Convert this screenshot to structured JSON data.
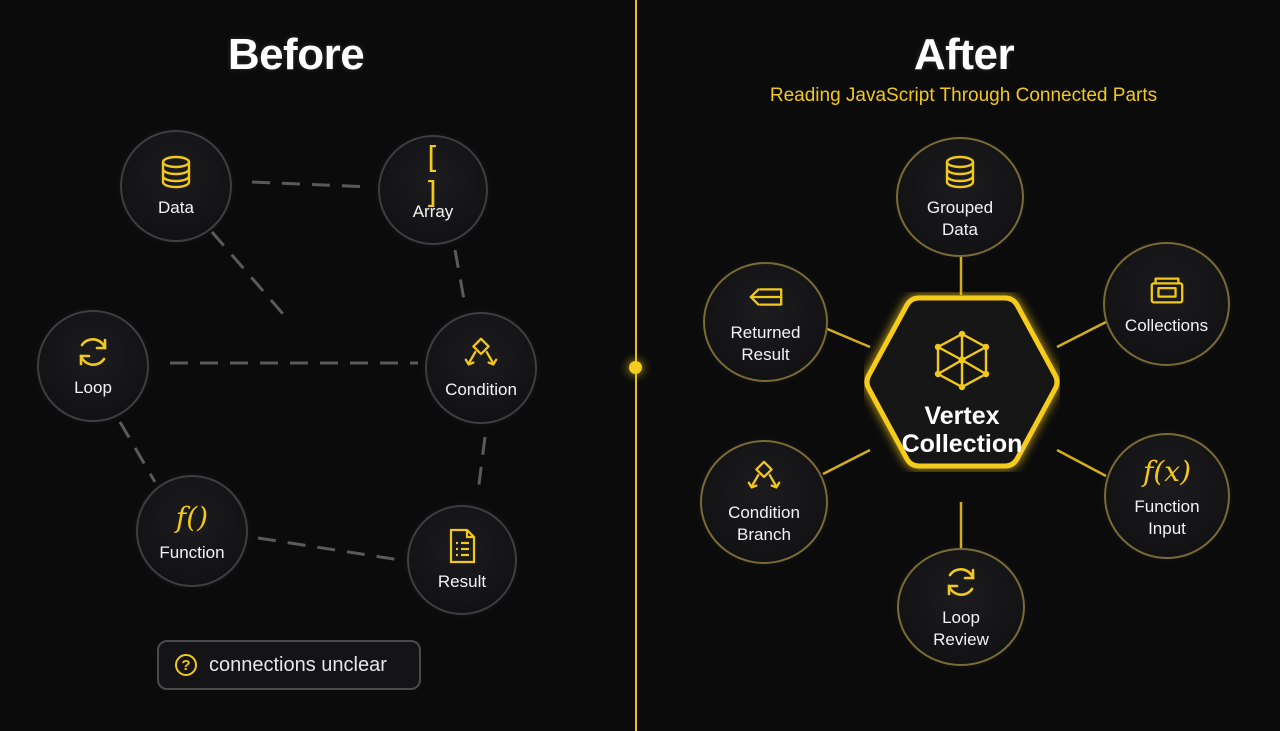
{
  "left": {
    "title": "Before",
    "nodes": {
      "data": "Data",
      "array": "Array",
      "loop": "Loop",
      "condition": "Condition",
      "function": "Function",
      "result": "Result"
    },
    "icons": {
      "array": "[ ]",
      "function": "f()"
    },
    "badge": "connections unclear"
  },
  "right": {
    "title": "After",
    "subtitle": "Reading JavaScript Through Connected Parts",
    "center": "Vertex\nCollection",
    "nodes": {
      "grouped_data": "Grouped\nData",
      "returned_result": "Returned\nResult",
      "collections": "Collections",
      "condition_branch": "Condition\nBranch",
      "function_input": "Function\nInput",
      "loop_review": "Loop\nReview"
    },
    "icons": {
      "function_input": "f(x)"
    }
  },
  "colors": {
    "accent": "#f2c81b",
    "background": "#0b0b0c",
    "node_border": "#3e3e40"
  }
}
